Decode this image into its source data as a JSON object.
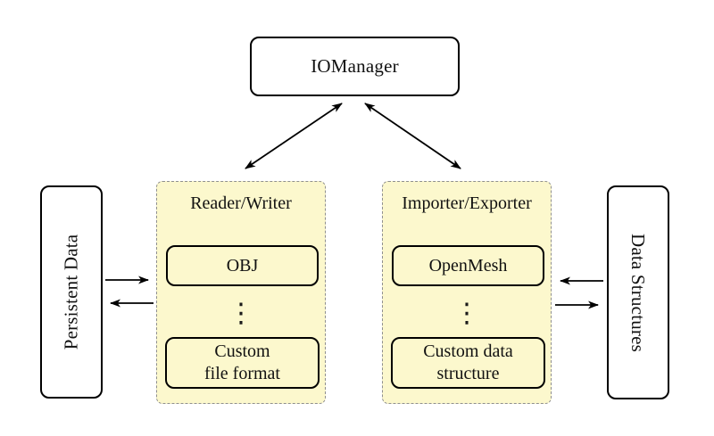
{
  "nodes": {
    "io_manager": "IOManager"
  },
  "groups": {
    "reader_writer": {
      "label": "Reader/Writer",
      "top_item": "OBJ",
      "bottom_item_line1": "Custom",
      "bottom_item_line2": "file format"
    },
    "importer_exporter": {
      "label": "Importer/Exporter",
      "top_item": "OpenMesh",
      "bottom_item_line1": "Custom data",
      "bottom_item_line2": "structure"
    }
  },
  "sides": {
    "left": {
      "label": "Persistent Data"
    },
    "right": {
      "label": "Data Structures"
    }
  },
  "icons": {
    "vertical_dots": "⋮"
  },
  "edges": [
    {
      "from": "IOManager",
      "to": "Reader/Writer",
      "style": "double-arrow"
    },
    {
      "from": "IOManager",
      "to": "Importer/Exporter",
      "style": "double-arrow"
    },
    {
      "from": "Persistent Data",
      "to": "Reader/Writer",
      "style": "arrow"
    },
    {
      "from": "Reader/Writer",
      "to": "Persistent Data",
      "style": "arrow"
    },
    {
      "from": "Data Structures",
      "to": "Importer/Exporter",
      "style": "arrow"
    },
    {
      "from": "Importer/Exporter",
      "to": "Data Structures",
      "style": "arrow"
    }
  ],
  "colors": {
    "background": "#FFFFFF",
    "group_fill": "#FCF8CD",
    "group_border": "#8F8F8F",
    "node_border": "#000000",
    "arrow": "#000000"
  }
}
